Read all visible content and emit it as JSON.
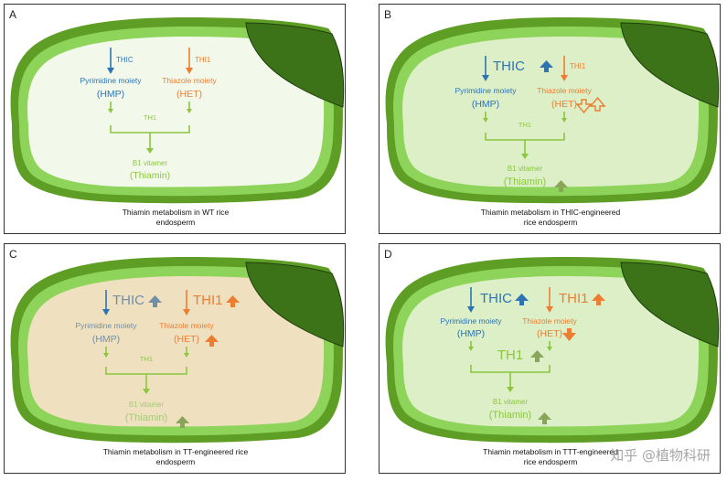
{
  "colors": {
    "blue": "#2e74b5",
    "orange": "#ed7d31",
    "green": "#8cc63f",
    "dark_green": "#4e8f1c",
    "thiamin_arrow": "#8aa45a"
  },
  "panels": [
    {
      "letter": "A",
      "fill": "#f3f9ea",
      "thic": "THIC",
      "thi1": "THI1",
      "pyr": "Pyrimidine moiety",
      "hmp": "(HMP)",
      "thz": "Thiazole moiety",
      "het": "(HET)",
      "th1": "TH1",
      "b1": "B1 vitamer",
      "thiamin": "(Thiamin)",
      "caption_line1": "Thiamin metabolism in WT rice",
      "caption_line2": "endosperm"
    },
    {
      "letter": "B",
      "fill": "#dcefc6",
      "thic": "THIC",
      "thi1": "THI1",
      "pyr": "Pyrimidine moiety",
      "hmp": "(HMP)",
      "thz": "Thiazole moiety",
      "het": "(HET)",
      "th1": "TH1",
      "b1": "B1 vitamer",
      "thiamin": "(Thiamin)",
      "caption_line1": "Thiamin metabolism in THIC-engineered",
      "caption_line2": "rice endosperm"
    },
    {
      "letter": "C",
      "fill": "#efe0bf",
      "thic": "THIC",
      "thi1": "THI1",
      "pyr": "Pyrimidine moiety",
      "hmp": "(HMP)",
      "thz": "Thiazole moiety",
      "het": "(HET)",
      "th1": "TH1",
      "b1": "B1 vitamer",
      "thiamin": "(Thiamin)",
      "caption_line1": "Thiamin metabolism in TT-engineered rice",
      "caption_line2": "endosperm"
    },
    {
      "letter": "D",
      "fill": "#dcefc6",
      "thic": "THIC",
      "thi1": "THI1",
      "pyr": "Pyrimidine moiety",
      "hmp": "(HMP)",
      "thz": "Thiazole moiety",
      "het": "(HET)",
      "th1": "TH1",
      "b1": "B1 vitamer",
      "thiamin": "(Thiamin)",
      "caption_line1": "Thiamin metabolism in TTT-engineered",
      "caption_line2": "rice endosperm"
    }
  ],
  "watermark": "知乎 @植物科研"
}
